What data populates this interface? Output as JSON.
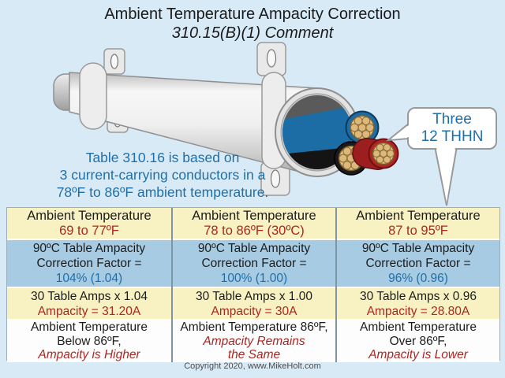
{
  "colors": {
    "background": "#d9eaf7",
    "row_yellow": "#f8f2c2",
    "row_blue": "#a7cbe2",
    "text_red": "#ab2722",
    "text_blue": "#1e6fa9",
    "text_black": "#1c1c1c",
    "conductor_blue": "#1c6da6",
    "conductor_black": "#1a1a1a",
    "conductor_red": "#b32424",
    "copper_strand": "#dcb97b"
  },
  "title": {
    "line1": "Ambient Temperature Ampacity Correction",
    "line2": "310.15(B)(1) Comment"
  },
  "intro": {
    "line1": "Table 310.16 is based on",
    "line2": "3 current-carrying conductors in a",
    "line3": "78ºF to 86ºF ambient temperature."
  },
  "callout": {
    "line1": "Three",
    "line2": "12 THHN"
  },
  "illustration": {
    "subject": "pvc-conduit-with-three-12-thhn-conductors",
    "conductors": [
      {
        "name": "conductor-blue",
        "insulation_color": "#1c6da6"
      },
      {
        "name": "conductor-black",
        "insulation_color": "#1a1a1a"
      },
      {
        "name": "conductor-red",
        "insulation_color": "#b32424"
      }
    ]
  },
  "table": {
    "columns": [
      {
        "header_title": "Ambient Temperature",
        "header_range": "69 to 77ºF",
        "factor_line1": "90ºC Table Ampacity",
        "factor_line2": "Correction Factor =",
        "factor_value": "104% (1.04)",
        "calc_line": "30 Table Amps x 1.04",
        "ampacity_line": "Ampacity = 31.20A",
        "note_black1": "Ambient Temperature",
        "note_black2": "Below 86ºF,",
        "note_red1": "Ampacity is Higher",
        "note_red2": ""
      },
      {
        "header_title": "Ambient Temperature",
        "header_range": "78 to 86ºF (30ºC)",
        "factor_line1": "90ºC Table Ampacity",
        "factor_line2": "Correction Factor =",
        "factor_value": "100% (1.00)",
        "calc_line": "30 Table Amps x 1.00",
        "ampacity_line": "Ampacity = 30A",
        "note_black1": "Ambient Temperature 86ºF,",
        "note_black2": "",
        "note_red1": "Ampacity Remains",
        "note_red2": "the Same"
      },
      {
        "header_title": "Ambient Temperature",
        "header_range": "87 to 95ºF",
        "factor_line1": "90ºC Table Ampacity",
        "factor_line2": "Correction Factor =",
        "factor_value": "96% (0.96)",
        "calc_line": "30 Table Amps x 0.96",
        "ampacity_line": "Ampacity = 28.80A",
        "note_black1": "Ambient Temperature",
        "note_black2": "Over 86ºF,",
        "note_red1": "Ampacity is Lower",
        "note_red2": ""
      }
    ]
  },
  "footer": {
    "copyright": "Copyright 2020, www.MikeHolt.com"
  }
}
